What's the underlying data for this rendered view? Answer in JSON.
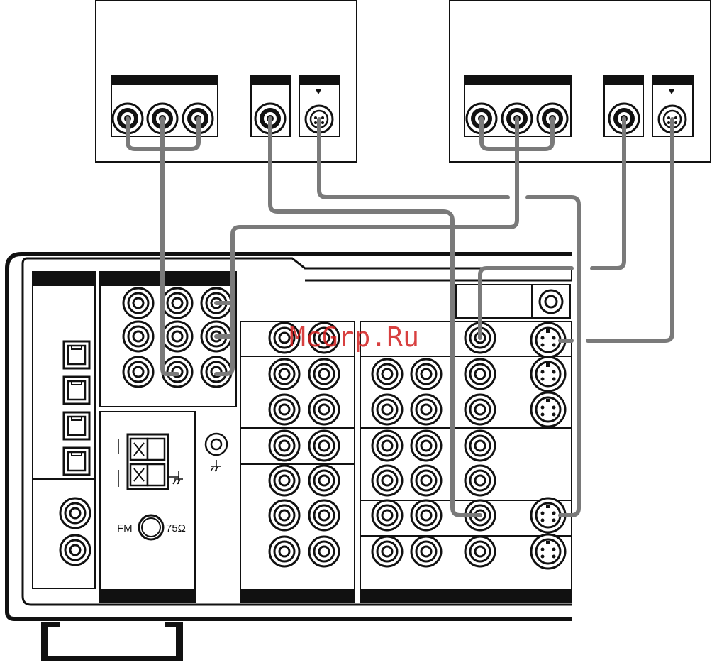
{
  "watermark": "McGrp.Ru",
  "labels": {
    "fm": "FM",
    "ohms": "75Ω"
  },
  "colors": {
    "panel_stroke": "#111111",
    "panel_fill": "#ffffff",
    "header_fill": "#111111",
    "cable": "#7a7a7a",
    "watermark": "#d21f1f"
  },
  "icons": {
    "ground": "ground-icon",
    "svideo": "s-video-jack-icon",
    "rca": "rca-jack-icon",
    "optical": "optical-jack-icon"
  }
}
